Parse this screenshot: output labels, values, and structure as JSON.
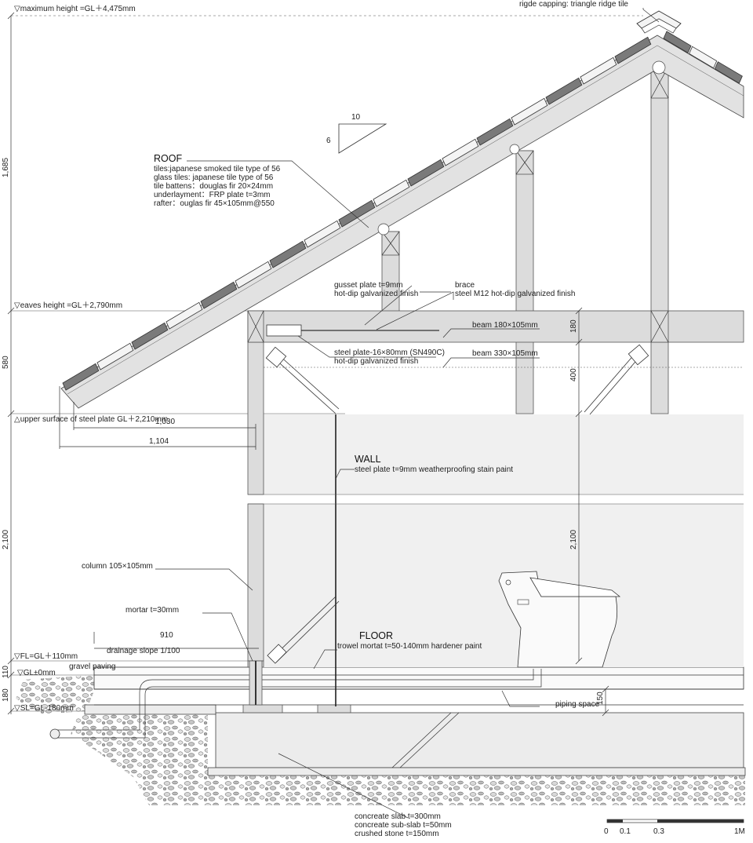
{
  "levels": {
    "max_height": "▽maximum height =GL＋4,475mm",
    "eaves_height": "▽eaves height =GL＋2,790mm",
    "steel_plate_upper": "△upper surface of steel plate GL＋2,210mm",
    "fl": "▽FL=GL＋110mm",
    "gl": "▽GL±0mm",
    "sl": "▽SL=GL-180mm"
  },
  "ridge": {
    "label": "rigde capping: triangle ridge tile"
  },
  "slope": {
    "run": "10",
    "rise": "6"
  },
  "roof": {
    "title": "ROOF",
    "lines": [
      "tiles:japanese  smoked tile type of 56",
      "glass tiles: japanese tile type of 56",
      "tile battens：douglas fir  20×24mm",
      "underlayment：FRP plate  t=3mm",
      "rafter：ouglas fir  45×105mm@550"
    ]
  },
  "gusset": {
    "line1": "gusset plate  t=9mm",
    "line2": "hot-dip galvanized finish"
  },
  "brace": {
    "line1": "brace",
    "line2": "steel  M12 hot-dip galvanized finish"
  },
  "beam_upper": "beam 180×105mm",
  "steel_plate": {
    "line1": "steel plate-16×80mm (SN490C)",
    "line2": "hot-dip galvanized finish"
  },
  "beam_lower": "beam 330×105mm",
  "wall": {
    "title": "WALL",
    "desc": "steel plate   t=9mm weatherproofing stain paint"
  },
  "column": "column  105×105mm",
  "mortar": "mortar  t=30mm",
  "drainage": "drainage slope 1/100",
  "gravel": "gravel paving",
  "floor": {
    "title": "FLOOR",
    "desc": "trowel mortat  t=50-140mm hardener paint"
  },
  "piping": "piping space",
  "slab": {
    "lines": [
      "concreate slab  t=300mm",
      "concreate sub-slab  t=50mm",
      "crushed stone  t=150mm"
    ]
  },
  "dims_left": {
    "d1685": "1,685",
    "d580": "580",
    "d2100": "2,100",
    "d110": "110",
    "d180": "180"
  },
  "dims_right": {
    "d180": "180",
    "d400": "400",
    "d2100": "2,100",
    "d150": "150"
  },
  "dims_horizontal": {
    "d1030": "1,030",
    "d1104": "1,104",
    "d910": "910"
  },
  "scale_bar": {
    "s0": "0",
    "s01": "0.1",
    "s03": "0.3",
    "s1": "1M"
  }
}
